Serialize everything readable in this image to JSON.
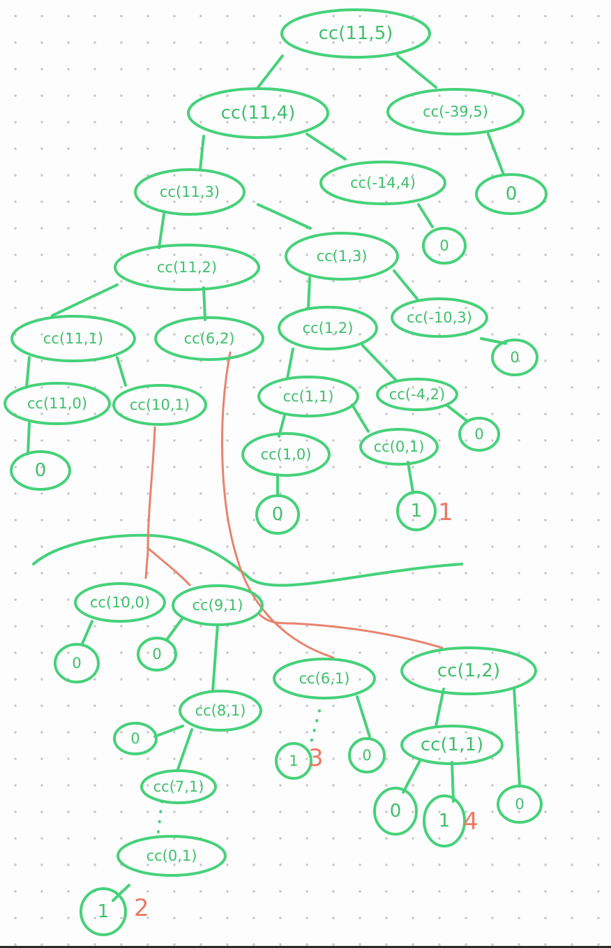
{
  "colors": {
    "tree": "#46d17a",
    "annotation": "#ea7a64"
  },
  "nodes": {
    "n_11_5": "cc(11,5)",
    "n_11_4": "cc(11,4)",
    "n_m39_5": "cc(-39,5)",
    "z_m39": "0",
    "n_11_3": "cc(11,3)",
    "n_m14_4": "cc(-14,4)",
    "z_m14": "0",
    "n_11_2": "cc(11,2)",
    "n_1_3": "cc(1,3)",
    "n_m10_3": "cc(-10,3)",
    "z_m10": "0",
    "n_11_1": "cc(11,1)",
    "n_6_2": "cc(6,2)",
    "n_1_2a": "cc(1,2)",
    "n_m4_2": "cc(-4,2)",
    "z_m4": "0",
    "n_11_0": "cc(11,0)",
    "n_10_1a": "cc(10,1)",
    "z_11_0": "0",
    "n_1_1a": "cc(1,1)",
    "n_0_1a": "cc(0,1)",
    "n_1_0": "cc(1,0)",
    "z_1_0": "0",
    "one_a": "1",
    "n_10_0": "cc(10,0)",
    "z_10_0": "0",
    "n_9_1": "cc(9,1)",
    "z_9_1": "0",
    "n_8_1": "cc(8,1)",
    "z_8_1": "0",
    "n_7_1": "cc(7,1)",
    "n_0_1b": "cc(0,1)",
    "one_b": "1",
    "n_6_1": "cc(6,1)",
    "one_c": "1",
    "z_6_1": "0",
    "n_1_2b": "cc(1,2)",
    "n_1_1b": "cc(1,1)",
    "z_1_1a": "0",
    "one_d": "1",
    "z_1_1b": "0"
  },
  "annotations": {
    "a1": "1",
    "a2": "2",
    "a3": "3",
    "a4": "4"
  }
}
